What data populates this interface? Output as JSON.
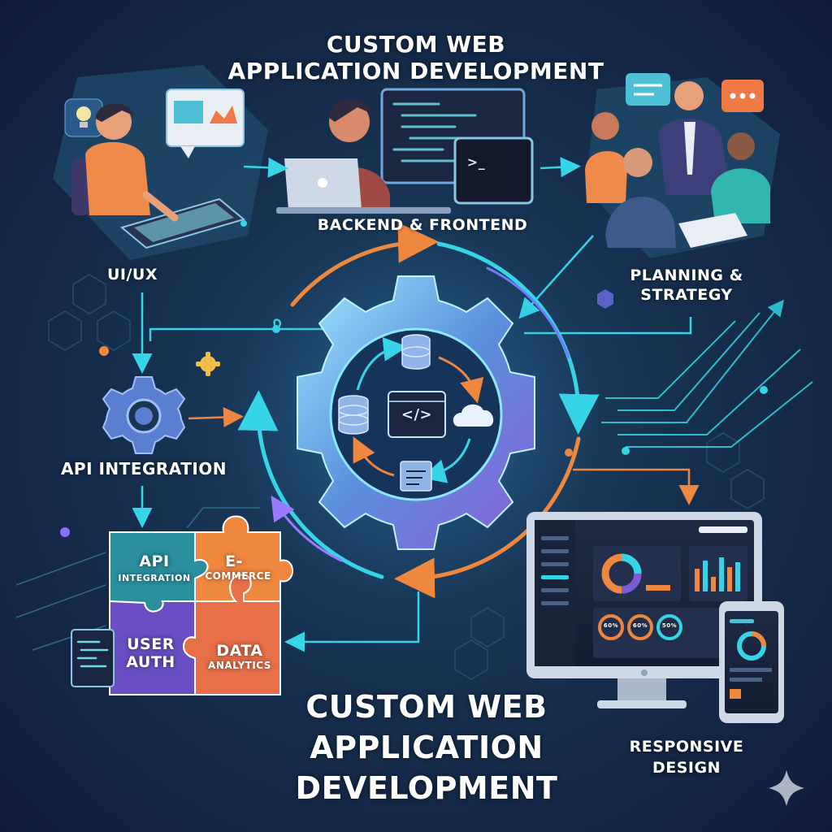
{
  "title_top": "CUSTOM WEB\nAPPLICATION DEVELOPMENT",
  "title_bottom": "CUSTOM WEB\nAPPLICATION\nDEVELOPMENT",
  "labels": {
    "uiux": "UI/UX",
    "backend_frontend": "BACKEND & FRONTEND",
    "planning_strategy": "PLANNING &\nSTRATEGY",
    "api_integration": "API INTEGRATION",
    "responsive_design": "RESPONSIVE\nDESIGN"
  },
  "puzzle": {
    "api": "API",
    "integration": "INTEGRATION",
    "ecommerce_e": "E-",
    "ecommerce": "COMMERCE",
    "user_auth": "USER\nAUTH",
    "data": "DATA",
    "analytics": "ANALYTICS"
  },
  "dashboard": {
    "gauge_1": "60%",
    "gauge_2": "60%",
    "gauge_3": "50%"
  },
  "code_symbol": "</>",
  "terminal_prompt": ">_",
  "colors": {
    "cyan": "#36d4e6",
    "orange": "#f0873e",
    "purple": "#7b5cd6",
    "teal": "#2fb7b0",
    "gear": "#5aa3dc"
  }
}
